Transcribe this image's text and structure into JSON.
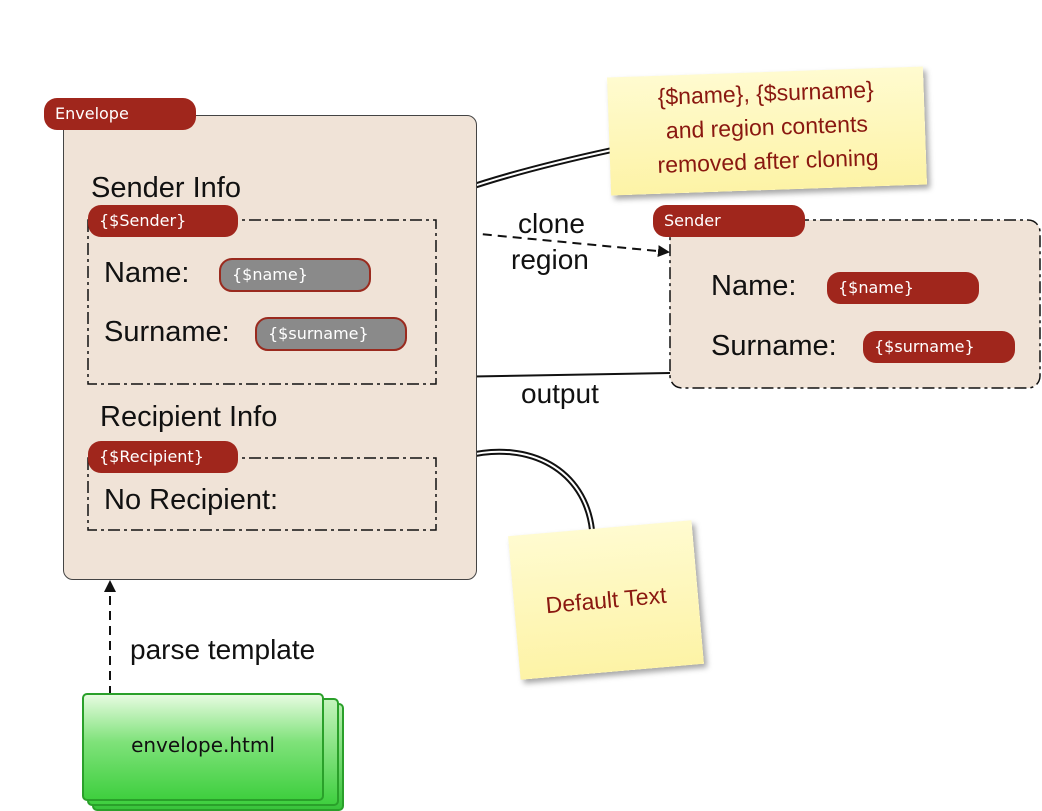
{
  "envelope": {
    "tag": "Envelope",
    "sender_heading": "Sender Info",
    "sender_tag": "{$Sender}",
    "name_label": "Name:",
    "name_tag": "{$name}",
    "surname_label": "Surname:",
    "surname_tag": "{$surname}",
    "recipient_heading": "Recipient Info",
    "recipient_tag": "{$Recipient}",
    "no_recipient": "No Recipient:"
  },
  "sender_panel": {
    "tag": "Sender",
    "name_label": "Name:",
    "name_tag": "{$name}",
    "surname_label": "Surname:",
    "surname_tag": "{$surname}"
  },
  "notes": {
    "removed_line1": "{$name}, {$surname}",
    "removed_line2": "and region contents",
    "removed_line3": "removed after cloning",
    "default_text": "Default Text"
  },
  "arrows": {
    "clone_line1": "clone",
    "clone_line2": "region",
    "output": "output",
    "parse": "parse template"
  },
  "file": {
    "name": "envelope.html"
  },
  "colors": {
    "tag_red": "#a0261c",
    "panel_fill": "#f0e3d7",
    "note_text": "#8a1810",
    "file_green": "#3fcf3f"
  }
}
